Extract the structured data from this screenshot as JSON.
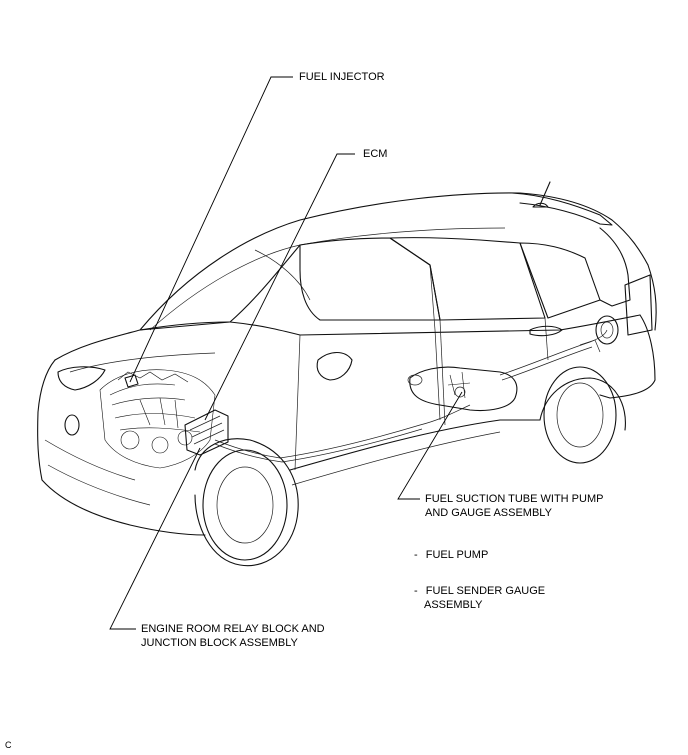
{
  "labels": {
    "fuel_injector": "FUEL INJECTOR",
    "ecm": "ECM",
    "fuel_suction_tube_line1": "FUEL SUCTION TUBE WITH PUMP",
    "fuel_suction_tube_line2": "AND GAUGE ASSEMBLY",
    "fuel_pump": "FUEL PUMP",
    "fuel_sender_line1": "FUEL SENDER GAUGE",
    "fuel_sender_line2": "ASSEMBLY",
    "relay_block_line1": "ENGINE ROOM RELAY BLOCK AND",
    "relay_block_line2": "JUNCTION BLOCK ASSEMBLY",
    "corner_mark": "C"
  },
  "sub_item_marker": "-"
}
